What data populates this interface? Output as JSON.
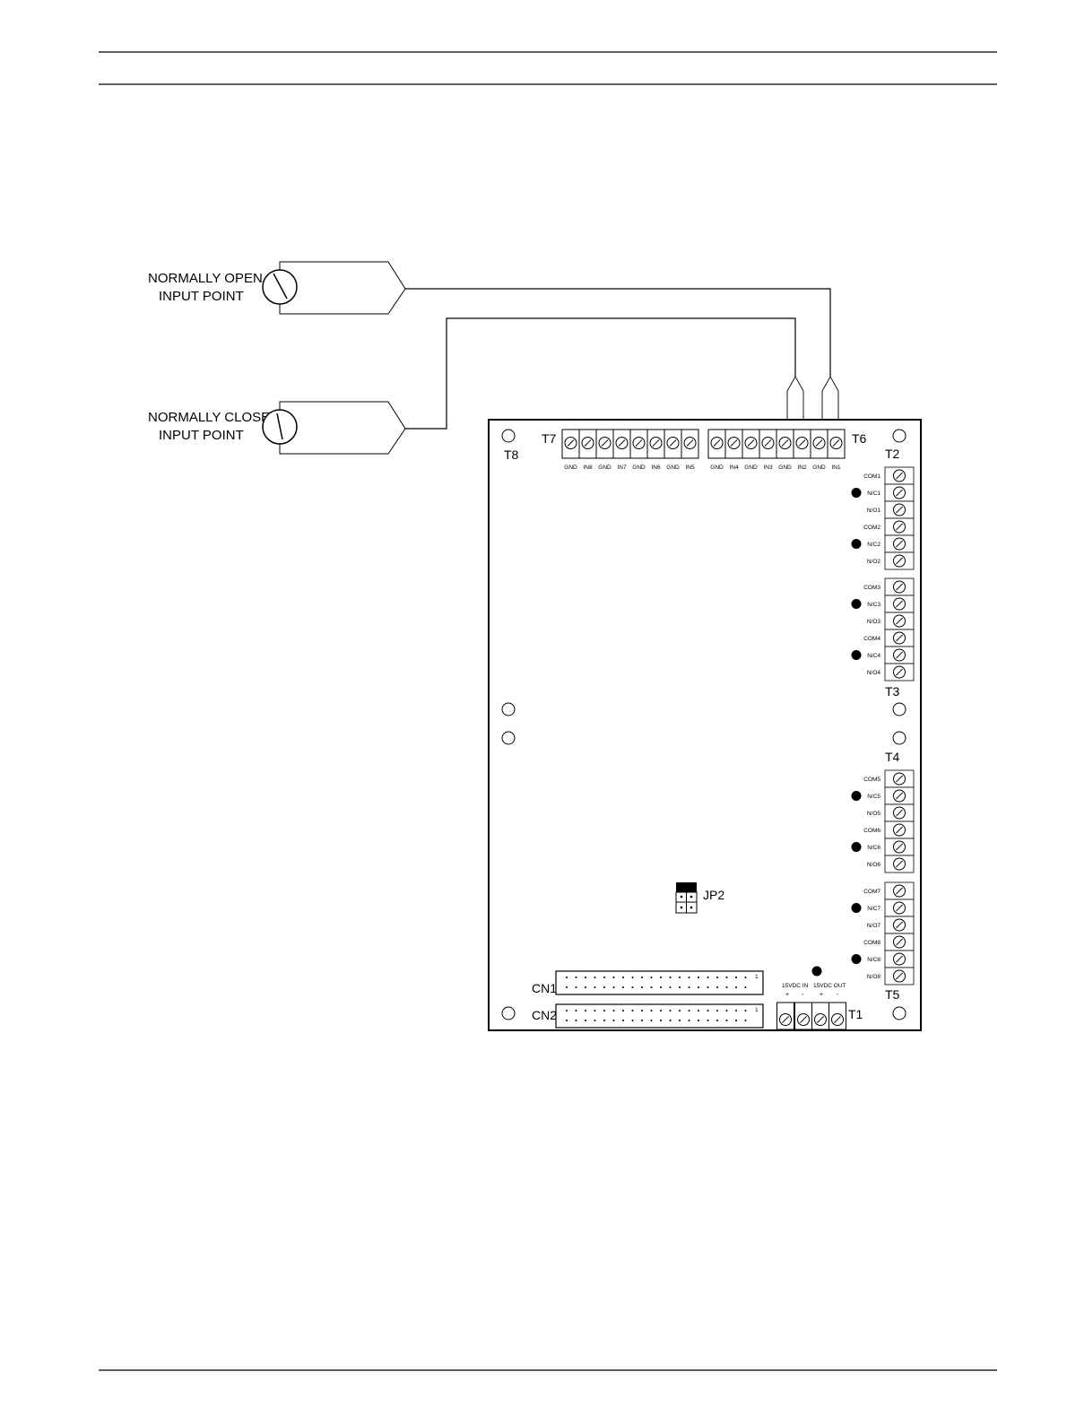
{
  "labels": {
    "no_line1": "NORMALLY OPEN",
    "no_line2": "INPUT POINT",
    "nc_line1": "NORMALLY CLOSED",
    "nc_line2": "INPUT POINT"
  },
  "board": {
    "t7": "T7",
    "t6": "T6",
    "t8": "T8",
    "t2": "T2",
    "t3": "T3",
    "t4": "T4",
    "t5": "T5",
    "t1": "T1",
    "jp2": "JP2",
    "cn1": "CN1",
    "cn2": "CN2",
    "pin1": "1",
    "t7_terms": [
      "GND",
      "IN8",
      "GND",
      "IN7",
      "GND",
      "IN6",
      "GND",
      "IN5"
    ],
    "t6_terms": [
      "GND",
      "IN4",
      "GND",
      "IN3",
      "GND",
      "IN2",
      "GND",
      "IN1"
    ],
    "t2_relays": [
      "COM1",
      "N/C1",
      "N/O1",
      "COM2",
      "N/C2",
      "N/O2"
    ],
    "t3_relays": [
      "COM3",
      "N/C3",
      "N/O3",
      "COM4",
      "N/C4",
      "N/O4"
    ],
    "t4_relays": [
      "COM5",
      "N/C5",
      "N/O5",
      "COM6",
      "N/C6",
      "N/O6"
    ],
    "t5_relays": [
      "COM7",
      "N/C7",
      "N/O7",
      "COM8",
      "N/C8",
      "N/O8"
    ],
    "pwr_in": "15VDC IN",
    "pwr_out": "15VDC OUT",
    "plus": "+",
    "minus": "-"
  }
}
